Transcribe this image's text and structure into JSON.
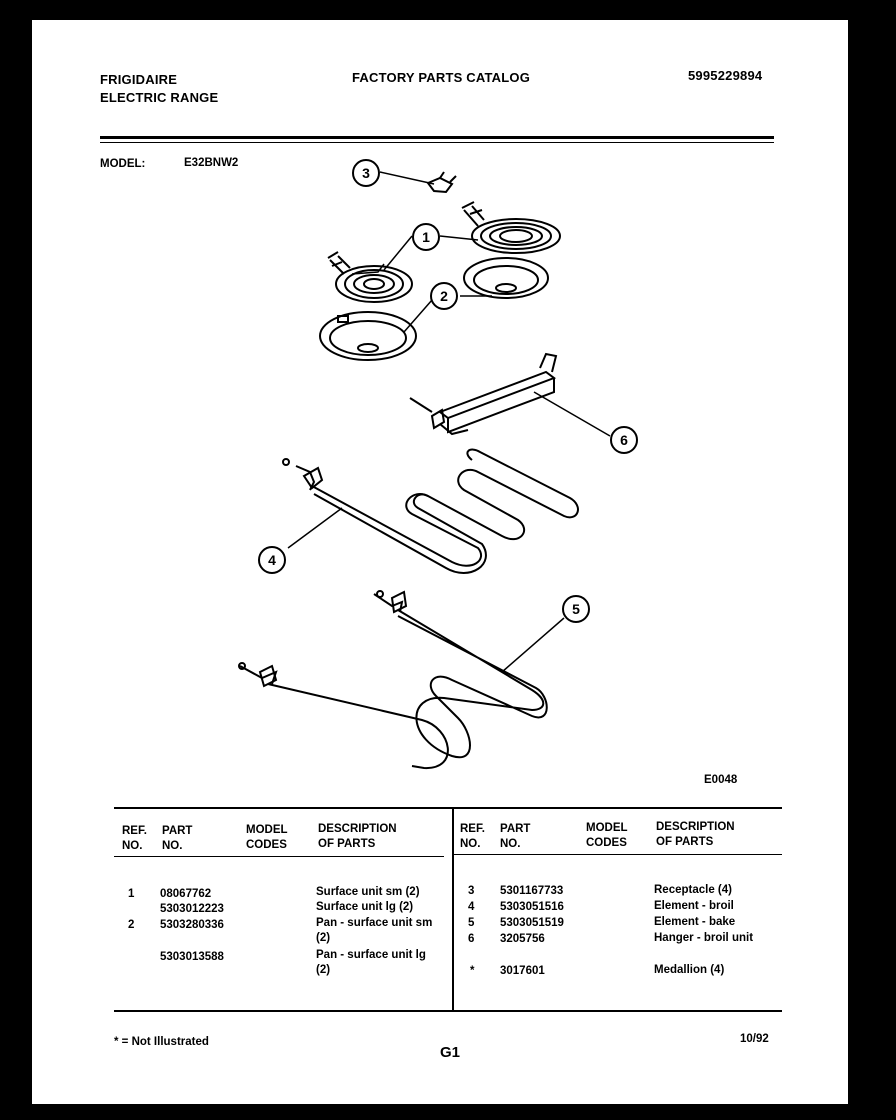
{
  "header": {
    "brand": "FRIGIDAIRE",
    "product": "ELECTRIC RANGE",
    "catalog_title": "FACTORY PARTS CATALOG",
    "catalog_number": "5995229894",
    "model_label": "MODEL:",
    "model_value": "E32BNW2"
  },
  "diagram": {
    "callouts": [
      "1",
      "2",
      "3",
      "4",
      "5",
      "6"
    ],
    "figure_code": "E0048"
  },
  "table": {
    "left_headers": {
      "ref": "REF.\nNO.",
      "part": "PART\nNO.",
      "model": "MODEL\nCODES",
      "desc": "DESCRIPTION\nOF PARTS"
    },
    "right_headers": {
      "ref": "REF.\nNO.",
      "part": "PART\nNO.",
      "model": "MODEL\nCODES",
      "desc": "DESCRIPTION\nOF PARTS"
    },
    "left_rows": [
      {
        "ref": "1",
        "part": "08067762",
        "desc": "Surface unit sm (2)"
      },
      {
        "ref": "",
        "part": "5303012223",
        "desc": "Surface unit lg (2)"
      },
      {
        "ref": "2",
        "part": "5303280336",
        "desc": "Pan - surface unit sm\n(2)"
      },
      {
        "ref": "",
        "part": "5303013588",
        "desc": "Pan - surface unit lg\n(2)"
      }
    ],
    "right_rows": [
      {
        "ref": "3",
        "part": "5301167733",
        "desc": "Receptacle (4)"
      },
      {
        "ref": "4",
        "part": "5303051516",
        "desc": "Element - broil"
      },
      {
        "ref": "5",
        "part": "5303051519",
        "desc": "Element - bake"
      },
      {
        "ref": "6",
        "part": "3205756",
        "desc": "Hanger - broil unit"
      },
      {
        "ref": "*",
        "part": "3017601",
        "desc": "Medallion (4)"
      }
    ]
  },
  "footer": {
    "note": "* = Not Illustrated",
    "page_code": "G1",
    "date": "10/92"
  }
}
